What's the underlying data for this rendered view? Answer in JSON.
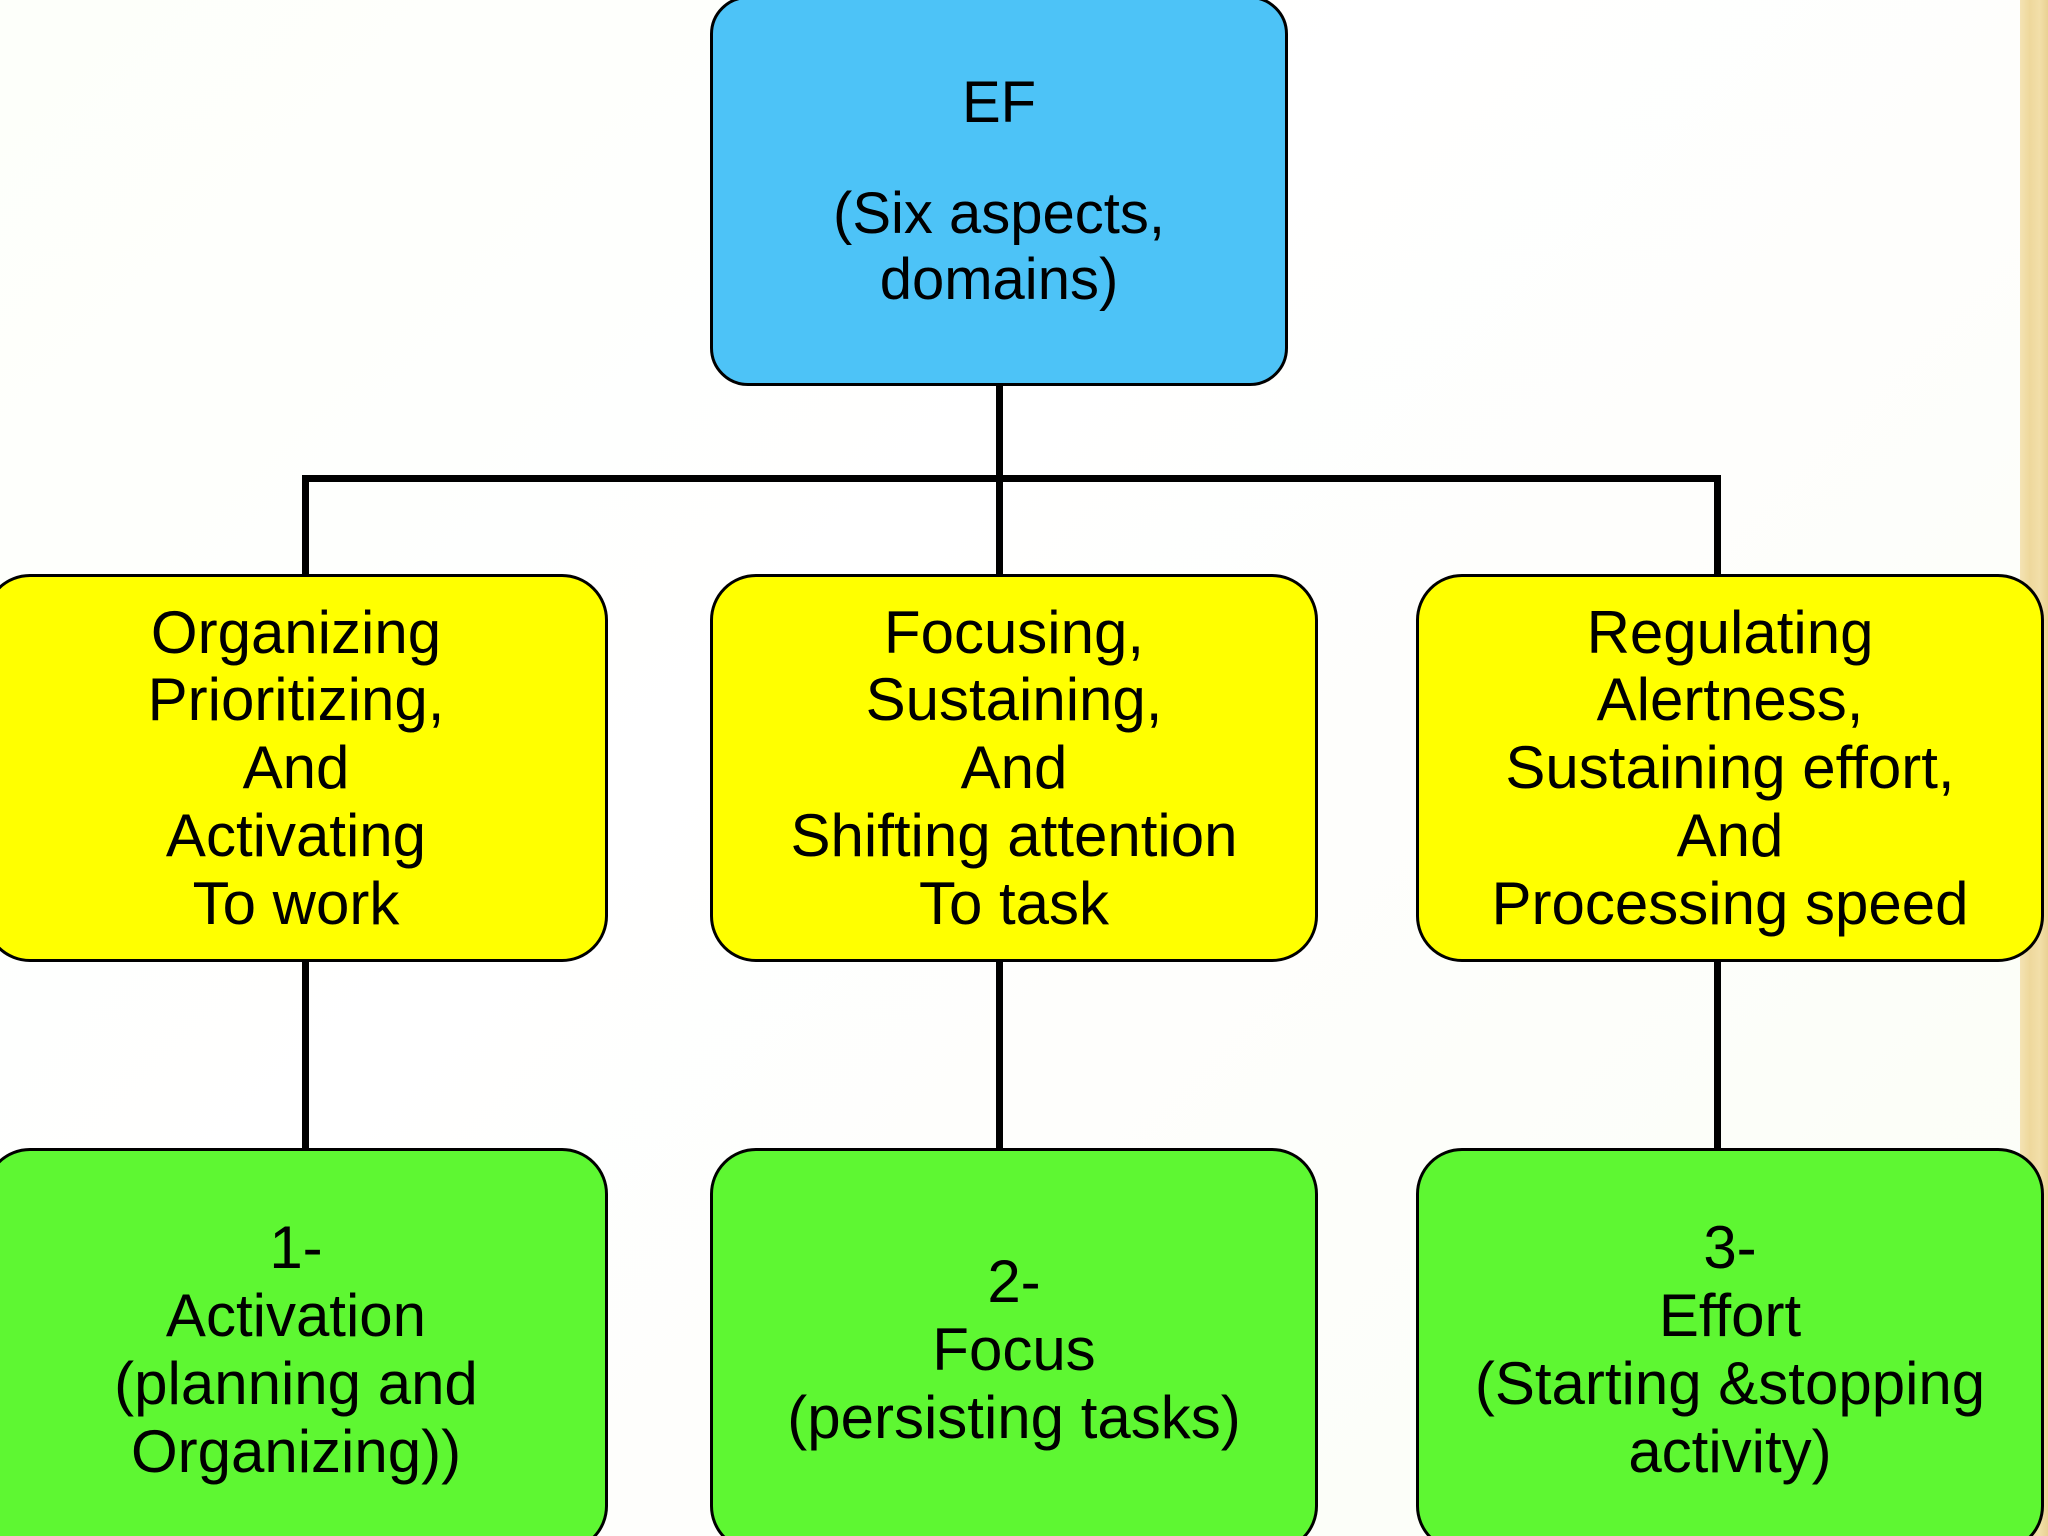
{
  "diagram": {
    "type": "hierarchy-tree",
    "background_color": "#fdfffa",
    "right_strip_color": "#eed89c",
    "edge_color": "#000000",
    "root": {
      "id": "EF",
      "fill": "#4dc3f7",
      "title": "EF",
      "lines": [
        "(Six aspects,",
        "domains)"
      ]
    },
    "middle_nodes": [
      {
        "id": "organizing",
        "fill": "#ffff00",
        "lines": [
          "Organizing",
          "Prioritizing,",
          "And",
          "Activating",
          "To work"
        ]
      },
      {
        "id": "focusing",
        "fill": "#ffff00",
        "lines": [
          "Focusing,",
          "Sustaining,",
          "And",
          "Shifting attention",
          "To task"
        ]
      },
      {
        "id": "regulating",
        "fill": "#ffff00",
        "lines": [
          "Regulating",
          "Alertness,",
          "Sustaining effort,",
          "And",
          "Processing speed"
        ]
      }
    ],
    "leaf_nodes": [
      {
        "id": "activation",
        "fill": "#5ef732",
        "lines": [
          "1-",
          "Activation",
          "(planning and",
          "Organizing))"
        ]
      },
      {
        "id": "focus",
        "fill": "#5ef732",
        "lines": [
          "2-",
          "Focus",
          "(persisting tasks)"
        ]
      },
      {
        "id": "effort",
        "fill": "#5ef732",
        "lines": [
          "3-",
          "Effort",
          "(Starting &stopping",
          "activity)"
        ]
      }
    ]
  }
}
